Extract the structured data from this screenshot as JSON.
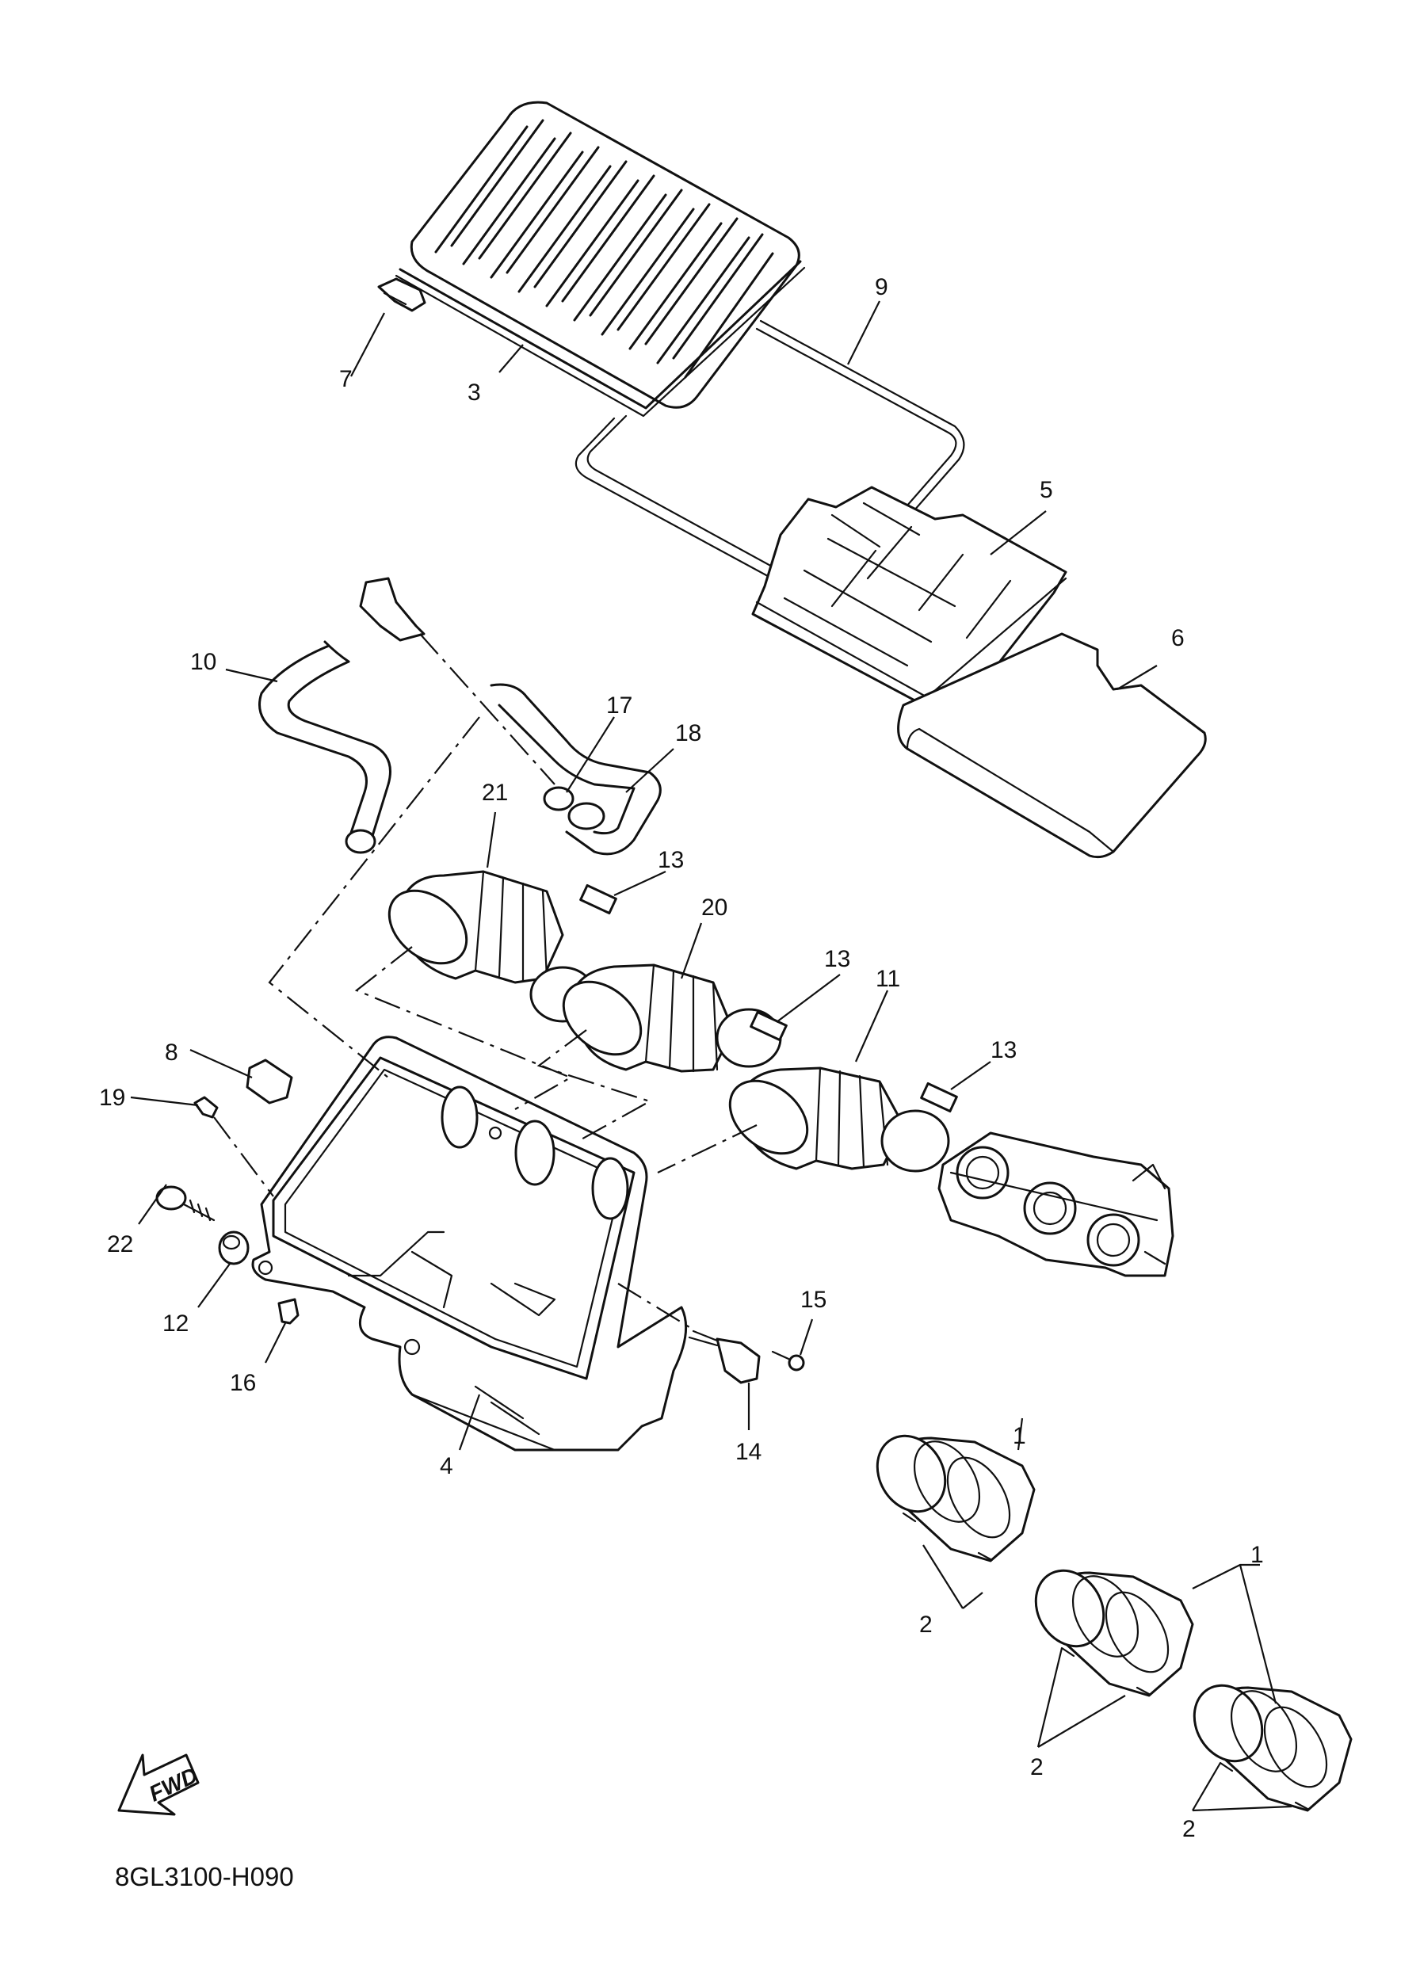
{
  "diagram": {
    "labels": {
      "l1a": "1",
      "l1b": "1",
      "l2a": "2",
      "l2b": "2",
      "l2c": "2",
      "l3": "3",
      "l4": "4",
      "l5": "5",
      "l6": "6",
      "l7": "7",
      "l8": "8",
      "l9": "9",
      "l10": "10",
      "l11": "11",
      "l12": "12",
      "l13a": "13",
      "l13b": "13",
      "l13c": "13",
      "l14": "14",
      "l15": "15",
      "l16": "16",
      "l17": "17",
      "l18": "18",
      "l19": "19",
      "l20": "20",
      "l21": "21",
      "l22": "22"
    },
    "direction_badge": "FWD",
    "drawing_code": "8GL3100-H090"
  }
}
